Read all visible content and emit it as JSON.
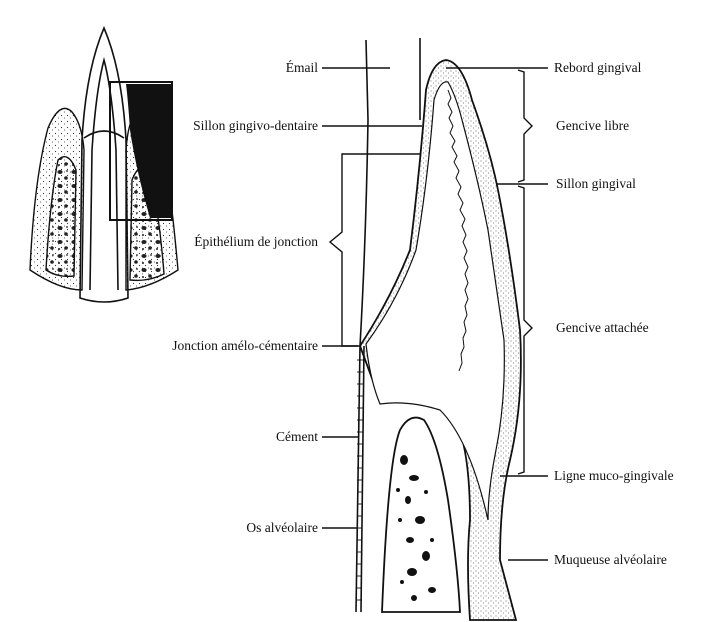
{
  "labels_left": {
    "email": "Émail",
    "sillon_gingivo_dentaire": "Sillon gingivo-dentaire",
    "epithelium_jonction": "Épithélium de jonction",
    "jonction_amelo_cementaire": "Jonction amélo-cémentaire",
    "cement": "Cément",
    "os_alveolaire": "Os alvéolaire"
  },
  "labels_right": {
    "rebord_gingival": "Rebord gingival",
    "gencive_libre": "Gencive libre",
    "sillon_gingival": "Sillon gingival",
    "gencive_attachee": "Gencive attachée",
    "ligne_muco_gingivale": "Ligne muco-gingivale",
    "muqueuse_alveolaire": "Muqueuse alvéolaire"
  }
}
